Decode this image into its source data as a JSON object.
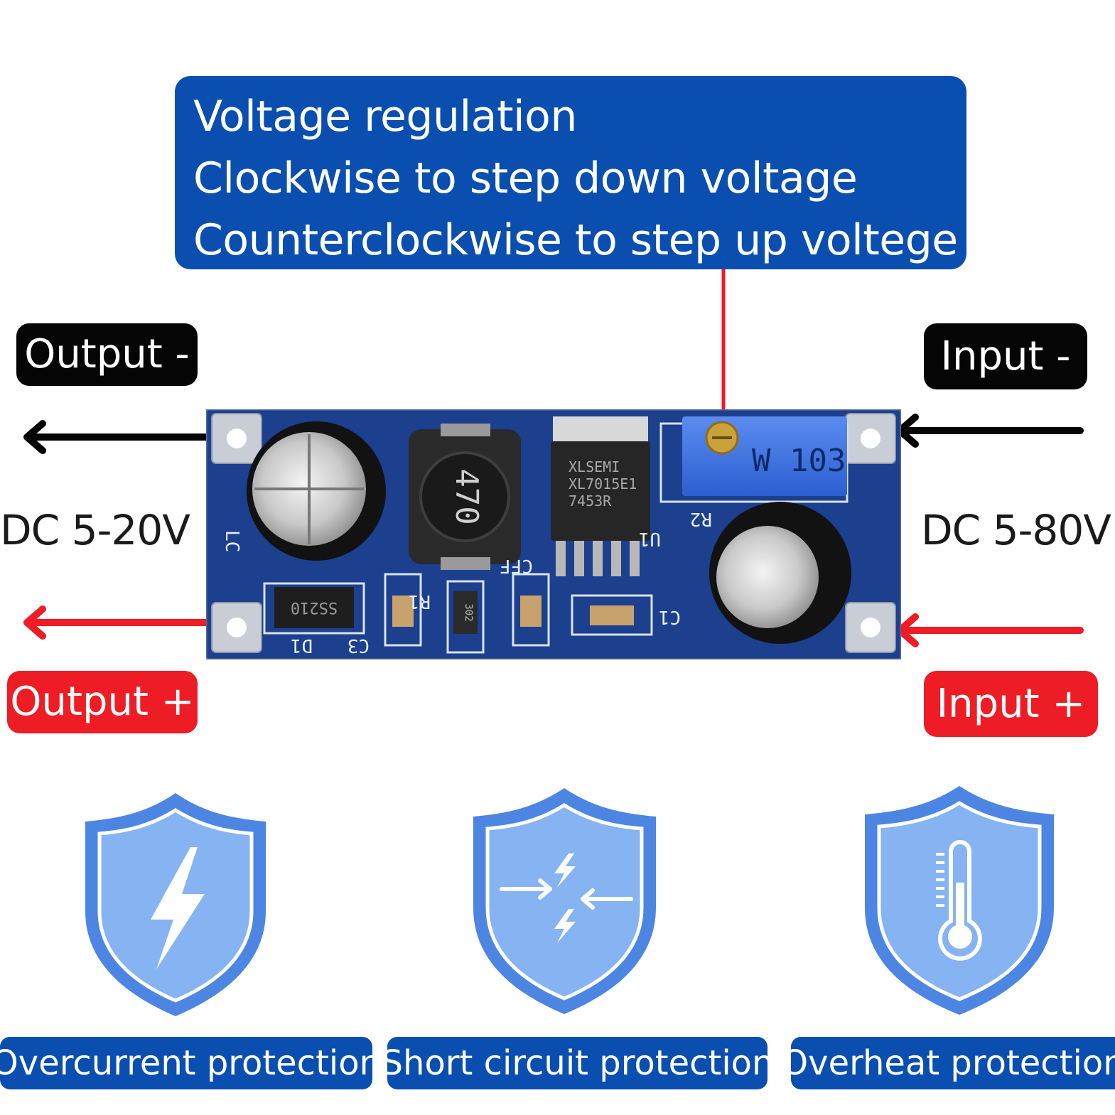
{
  "callout": {
    "lines": [
      "Voltage regulation",
      "Clockwise to step down voltage",
      "Counterclockwise to step up voltege"
    ]
  },
  "terminals": {
    "output_minus": "Output -",
    "output_plus": "Output +",
    "input_minus": "Input -",
    "input_plus": "Input +"
  },
  "voltages": {
    "output": "DC 5-20V",
    "input": "DC 5-80V"
  },
  "board": {
    "chip_lines": [
      "XLSEMI",
      "XL7015E1",
      "7453R"
    ],
    "inductor_label": "470",
    "pot_label": "W 103",
    "diode_label": "SS210",
    "resistor_label": "302",
    "silkscreen": {
      "lc": "LC",
      "u1": "U1",
      "r2": "R2",
      "c1": "C1",
      "c3": "C3",
      "d1": "D1",
      "r1": "R1",
      "cff": "CFF"
    }
  },
  "features": [
    {
      "label": "Overcurrent protection",
      "icon": "lightning-icon"
    },
    {
      "label": "Short circuit protection",
      "icon": "short-circuit-icon"
    },
    {
      "label": "Overheat protection",
      "icon": "thermometer-icon"
    }
  ],
  "colors": {
    "callout_blue": "#0a4fb0",
    "terminal_black": "#050505",
    "terminal_red": "#ee1c25",
    "pcb_blue": "#1c3f8e",
    "shield_blue": "#5b93e6"
  }
}
